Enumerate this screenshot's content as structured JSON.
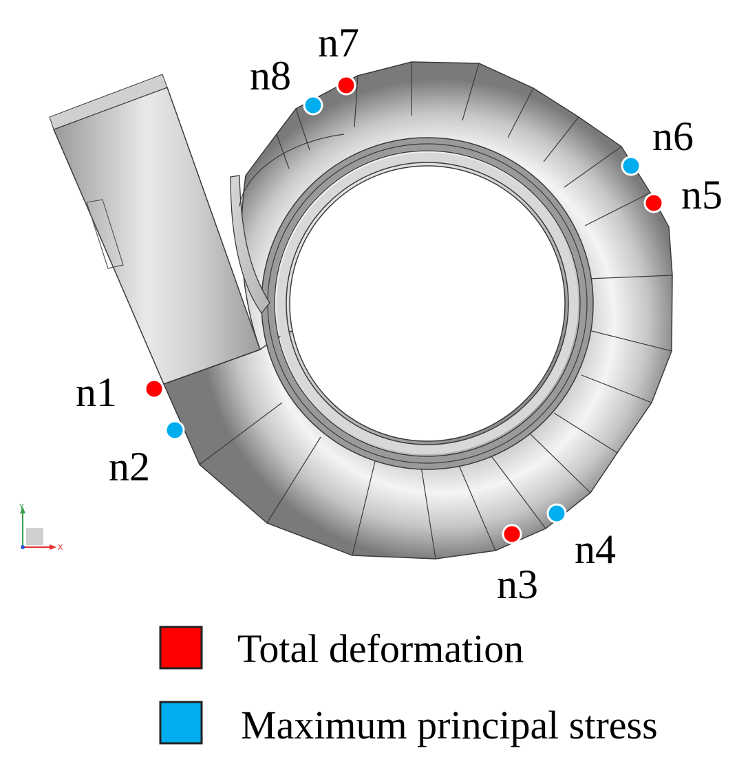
{
  "nodes": [
    {
      "id": "n1",
      "label": "n1",
      "type": "deformation"
    },
    {
      "id": "n2",
      "label": "n2",
      "type": "stress"
    },
    {
      "id": "n3",
      "label": "n3",
      "type": "deformation"
    },
    {
      "id": "n4",
      "label": "n4",
      "type": "stress"
    },
    {
      "id": "n5",
      "label": "n5",
      "type": "deformation"
    },
    {
      "id": "n6",
      "label": "n6",
      "type": "stress"
    },
    {
      "id": "n7",
      "label": "n7",
      "type": "deformation"
    },
    {
      "id": "n8",
      "label": "n8",
      "type": "stress"
    }
  ],
  "legend": {
    "deformation": {
      "label": "Total deformation",
      "color": "#ff0000"
    },
    "stress": {
      "label": "Maximum principal stress",
      "color": "#00aeef"
    }
  },
  "axes": {
    "x_label": "X",
    "y_label": "Y",
    "x_color": "#e8302a",
    "y_color": "#3aa04a",
    "z_color": "#2a5bd7"
  },
  "colors": {
    "body": "#c8c8c8",
    "edge": "#3a3a3a"
  }
}
